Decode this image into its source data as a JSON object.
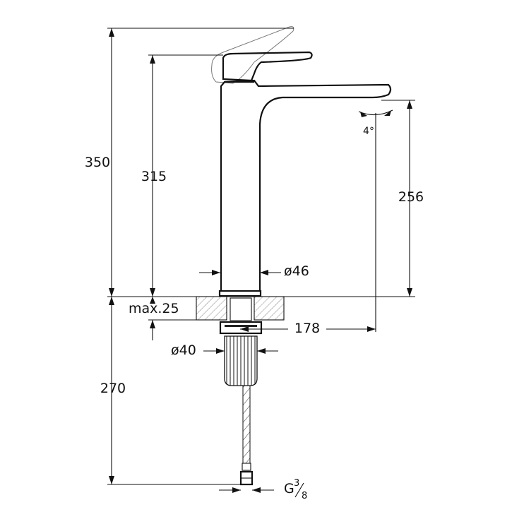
{
  "drawing": {
    "labels": {
      "total_height": "350",
      "spout_height": "315",
      "outlet_height": "256",
      "body_diameter": "ø46",
      "deck_thickness": "max.25",
      "projection": "178",
      "shank_diameter": "ø40",
      "hose_length": "270",
      "connection_prefix": "G",
      "connection_num": "3",
      "connection_den": "8",
      "angle": "4°"
    },
    "colors": {
      "line": "#111111",
      "ghost": "#777777",
      "hatch": "#cccccc"
    }
  }
}
